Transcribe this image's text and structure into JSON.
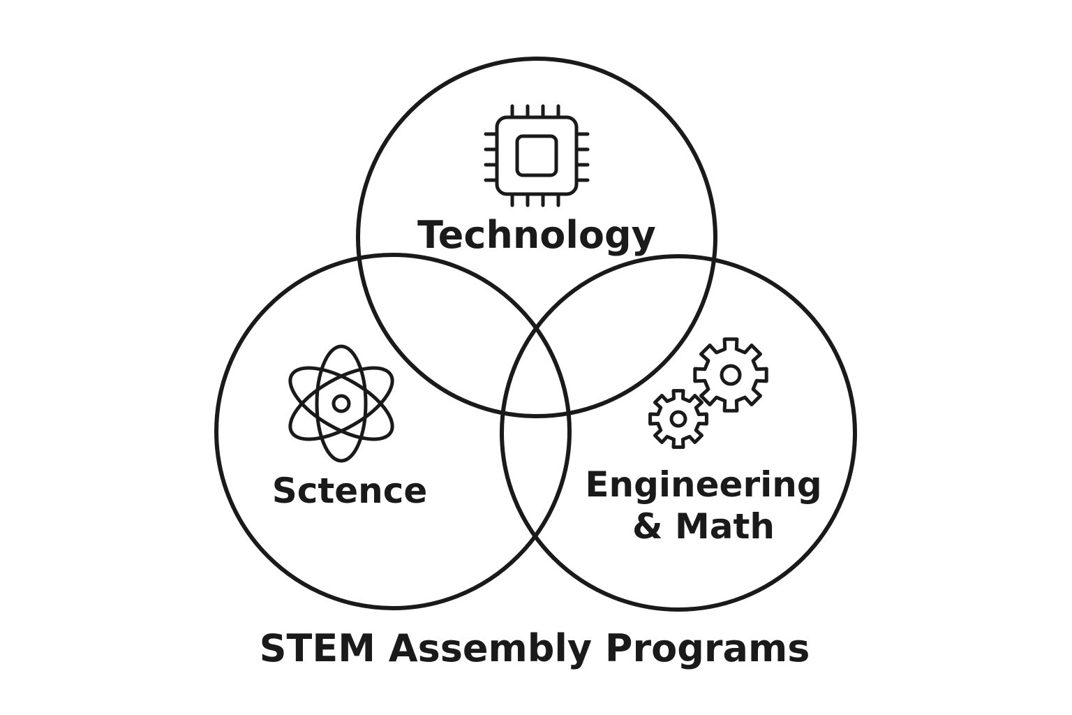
{
  "diagram": {
    "title": "STEM Assembly Programs",
    "circles": [
      {
        "id": "technology",
        "label": "Technology",
        "icon": "microchip-icon"
      },
      {
        "id": "science",
        "label": "Sctence",
        "icon": "atom-icon"
      },
      {
        "id": "engineering_math",
        "label_line1": "Engineering",
        "label_line2": "& Math",
        "icon": "gears-icon"
      }
    ],
    "colors": {
      "stroke": "#1a1a1a",
      "background": "#ffffff"
    }
  }
}
